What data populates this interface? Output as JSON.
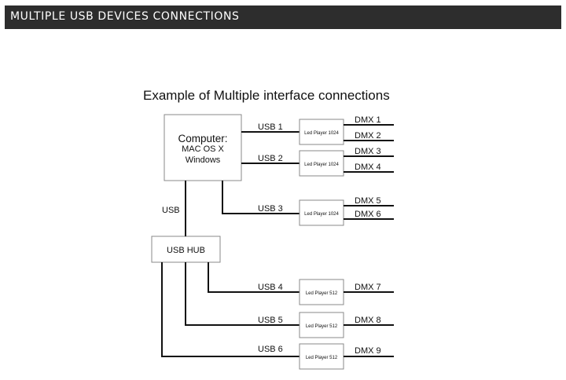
{
  "header": {
    "title": "MULTIPLE USB DEVICES CONNECTIONS"
  },
  "diagram": {
    "title": "Example of Multiple interface connections",
    "computer": {
      "line1": "Computer:",
      "line2": "MAC OS X",
      "line3": "Windows"
    },
    "hub": {
      "label": "USB HUB"
    },
    "usb_link_label": "USB",
    "usb": [
      "USB 1",
      "USB 2",
      "USB 3",
      "USB 4",
      "USB 5",
      "USB 6"
    ],
    "players": [
      "Led Player 1024",
      "Led Player 1024",
      "Led Player 1024",
      "Led Player 512",
      "Led Player 512",
      "Led Player 512"
    ],
    "dmx": [
      "DMX 1",
      "DMX 2",
      "DMX 3",
      "DMX 4",
      "DMX 5",
      "DMX 6",
      "DMX 7",
      "DMX 8",
      "DMX 9"
    ]
  }
}
